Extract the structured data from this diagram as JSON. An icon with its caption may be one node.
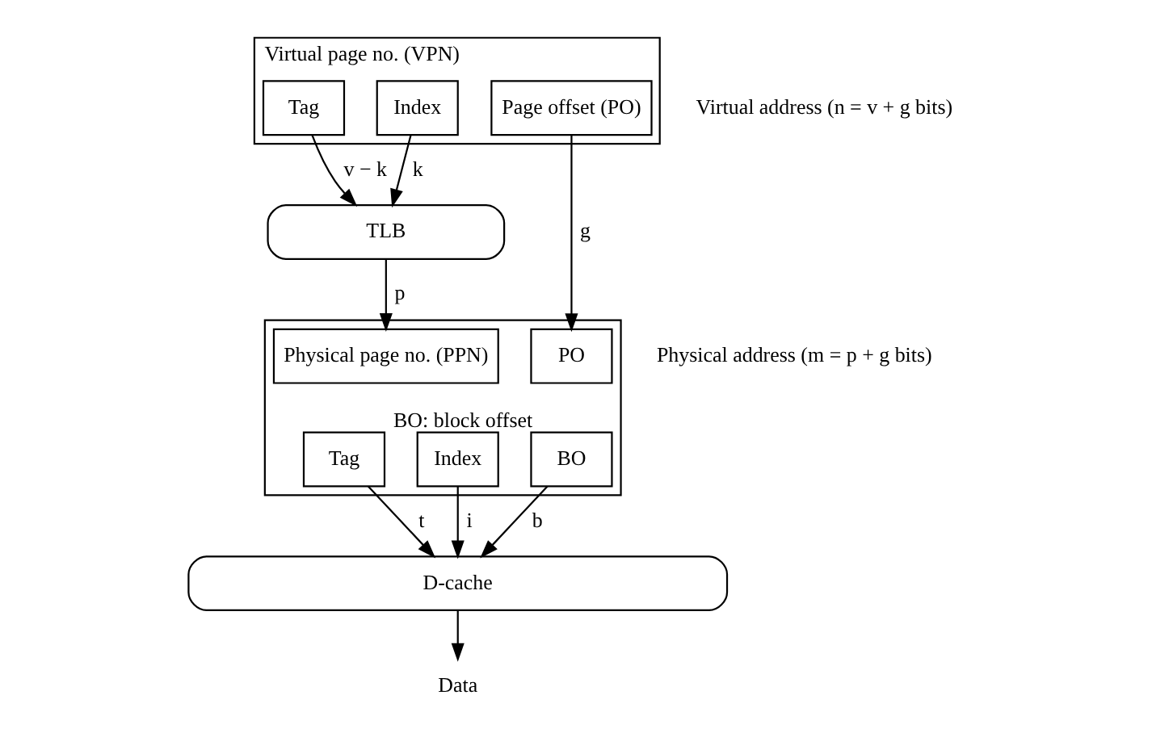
{
  "diagram": {
    "nodes": [
      {
        "text": [
          "Virtual page no. (VPN)"
        ],
        "beside": [
          "Virtual address (n = v + g bits)"
        ]
      },
      {
        "text": [
          "Tag"
        ],
        "in": 0
      },
      {
        "text": [
          "Index"
        ],
        "in": 0
      },
      {
        "text": [
          "Page offset (PO)"
        ],
        "in": 0
      },
      {
        "text": [
          "TLB"
        ]
      },
      {
        "text": [],
        "shape": "box",
        "beside": [
          "Physical address (m = p + g bits)"
        ]
      },
      {
        "text": [
          "Physical page no. (PPN)"
        ],
        "in": 5
      },
      {
        "text": [
          "PO"
        ],
        "in": 5
      },
      {
        "text": [
          "Tag"
        ],
        "in": 5
      },
      {
        "text": [
          "Index"
        ],
        "in": 5
      },
      {
        "text": [
          "BO"
        ],
        "in": 5,
        "beside": [
          "BO: block offset"
        ]
      },
      {
        "text": [
          "D-cache"
        ]
      },
      {
        "text": [
          "Data"
        ]
      }
    ],
    "edges": [
      {
        "from": 1,
        "to": 4,
        "arrow": "to",
        "label": "v − k"
      },
      {
        "from": 2,
        "to": 4,
        "arrow": "to",
        "label": "k"
      },
      {
        "from": 3,
        "to": 7,
        "arrow": "to",
        "label": "g"
      },
      {
        "from": 4,
        "to": 6,
        "arrow": "to",
        "label": "p"
      },
      {
        "from": 8,
        "to": 11,
        "arrow": "to",
        "label": "t"
      },
      {
        "from": 9,
        "to": 11,
        "arrow": "to",
        "label": "i"
      },
      {
        "from": 10,
        "to": 11,
        "arrow": "to",
        "label": "b"
      },
      {
        "from": 11,
        "to": 12,
        "arrow": "to"
      }
    ]
  }
}
